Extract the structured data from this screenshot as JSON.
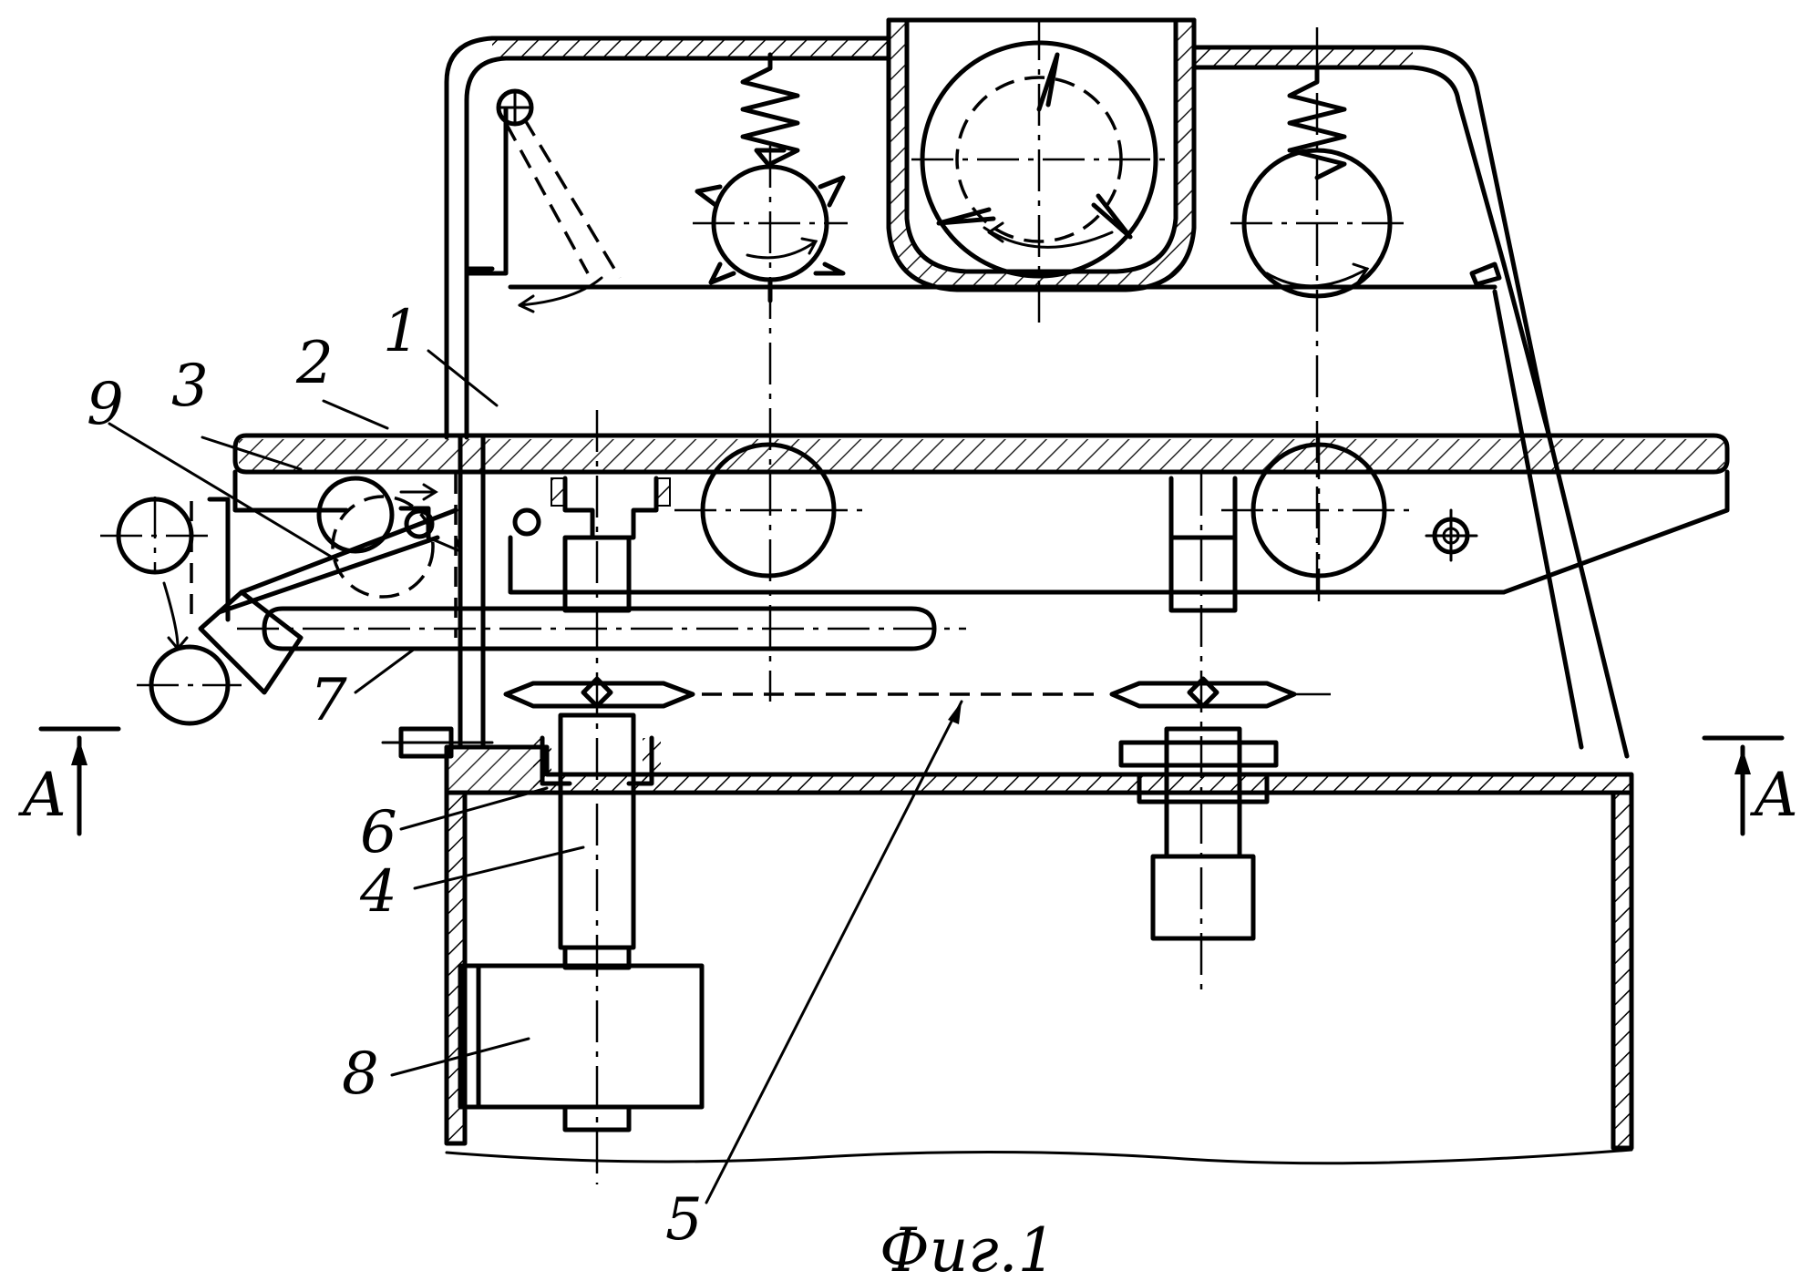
{
  "caption": "Фиг.1",
  "section_marks": {
    "left": "A",
    "right": "A"
  },
  "labels": [
    {
      "id": "1",
      "text": "1"
    },
    {
      "id": "2",
      "text": "2"
    },
    {
      "id": "3",
      "text": "3"
    },
    {
      "id": "9",
      "text": "9"
    },
    {
      "id": "7",
      "text": "7"
    },
    {
      "id": "6",
      "text": "6"
    },
    {
      "id": "4",
      "text": "4"
    },
    {
      "id": "8",
      "text": "8"
    },
    {
      "id": "5",
      "text": "5"
    }
  ]
}
